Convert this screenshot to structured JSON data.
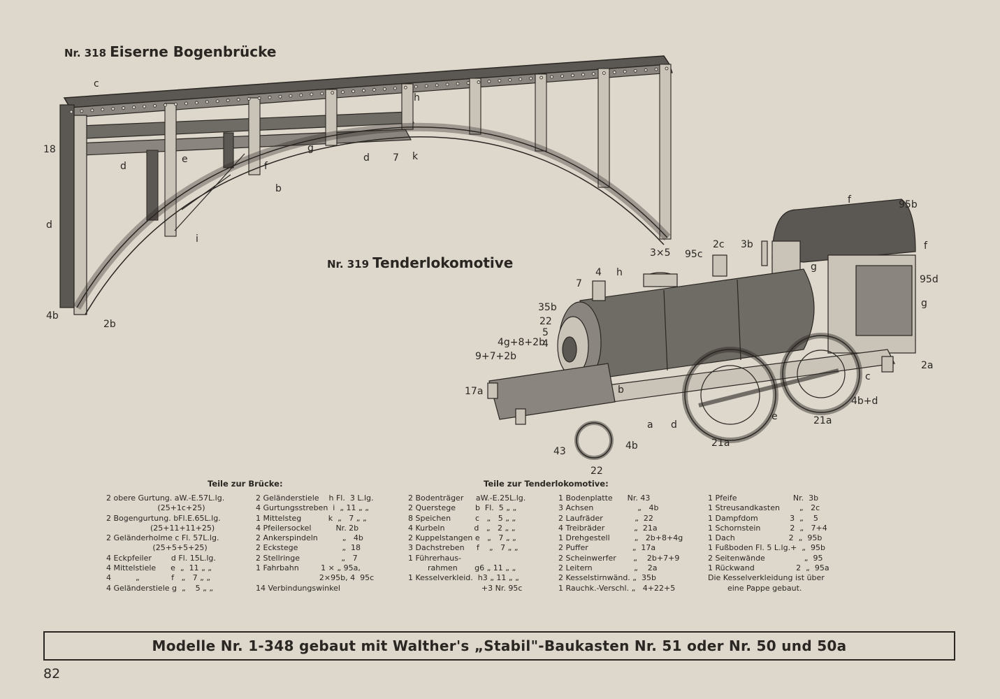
{
  "model_318": {
    "number": "Nr. 318",
    "title": "Eiserne Bogenbrücke"
  },
  "model_319": {
    "number": "Nr. 319",
    "title": "Tenderlokomotive"
  },
  "bridge_labels": [
    "c",
    "18",
    "d",
    "e",
    "f",
    "g",
    "b",
    "d",
    "7",
    "k",
    "h",
    "d",
    "i",
    "4b",
    "2b"
  ],
  "loco_labels": [
    "f",
    "95b",
    "f",
    "95d",
    "g",
    "g",
    "3b",
    "2c",
    "95c",
    "3×5",
    "4",
    "h",
    "7",
    "35b",
    "22",
    "5",
    "4",
    "4g+8+2b",
    "9+7+2b",
    "17a",
    "2a",
    "c",
    "4b+d",
    "21a",
    "e",
    "d",
    "a",
    "b",
    "21a",
    "43",
    "4b",
    "22"
  ],
  "parts": {
    "bridge_heading": "Teile zur Brücke:",
    "loco_heading": "Teile zur Tenderlokomotive:",
    "col1": [
      "2 obere Gurtung. aW.-E.57L.lg.",
      "                     (25+1c+25)",
      "2 Bogengurtung. bFl.E.65L.lg.",
      "                  (25+11+11+25)",
      "2 Geländerholme c Fl. 57L.lg.",
      "                   (25+5+5+25)",
      "4 Eckpfeiler        d Fl. 15L.lg.",
      "4 Mittelstiele      e  „  11 „ „",
      "4          „             f   „   7 „ „",
      "4 Geländerstiele g  „    5 „ „"
    ],
    "col2": [
      "2 Geländerstiele    h Fl.  3 L.lg.",
      "4 Gurtungsstreben  i  „ 11 „ „",
      "1 Mittelsteg           k  „   7 „ „",
      "4 Pfeilersockel          Nr. 2b",
      "2 Ankerspindeln          „   4b",
      "2 Eckstege                  „  18",
      "2 Stellringe                 „   7",
      "1 Fahrbahn         1 × „ 95a,",
      "                          2×95b, 4  95c",
      "14 Verbindungswinkel"
    ],
    "col3": [
      "2 Bodenträger     aW.-E.25L.lg.",
      "2 Querstege        b  Fl.  5 „ „",
      "8 Speichen          c   „   5 „ „",
      "4 Kurbeln            d   „   2 „ „",
      "2 Kuppelstangen e   „   7 „ „",
      "3 Dachstreben     f    „   7 „ „",
      "1 Führerhaus-",
      "        rahmen       g6 „ 11 „ „",
      "1 Kesselverkleid.  h3 „ 11 „ „",
      "                              +3 Nr. 95c"
    ],
    "col4": [
      "1 Bodenplatte      Nr. 43",
      "3 Achsen                  „   4b",
      "2 Laufräder             „  22",
      "4 Treibräder            „  21a",
      "1 Drehgestell          „   2b+8+4g",
      "2 Puffer                  „  17a",
      "2 Scheinwerfer       „    2b+7+9",
      "2 Leitern                 „    2a",
      "2 Kesselstirnwänd. „  35b",
      "1 Rauchk.-Verschl. „   4+22+5"
    ],
    "col5": [
      "1 Pfeife                       Nr.  3b",
      "1 Streusandkasten        „   2c",
      "1 Dampfdom             3  „    5",
      "1 Schornstein            2  „   7+4",
      "1 Dach                      2  „  95b",
      "1 Fußboden Fl. 5 L.lg.+  „  95b",
      "2 Seitenwände                „  95",
      "1 Rückwand                 2  „  95a",
      "Die Kesselverkleidung ist über",
      "        eine Pappe gebaut."
    ]
  },
  "footer": "Modelle Nr. 1-348 gebaut mit Walther's „Stabil\"-Baukasten Nr. 51 oder Nr. 50 und 50a",
  "page_number": "82"
}
